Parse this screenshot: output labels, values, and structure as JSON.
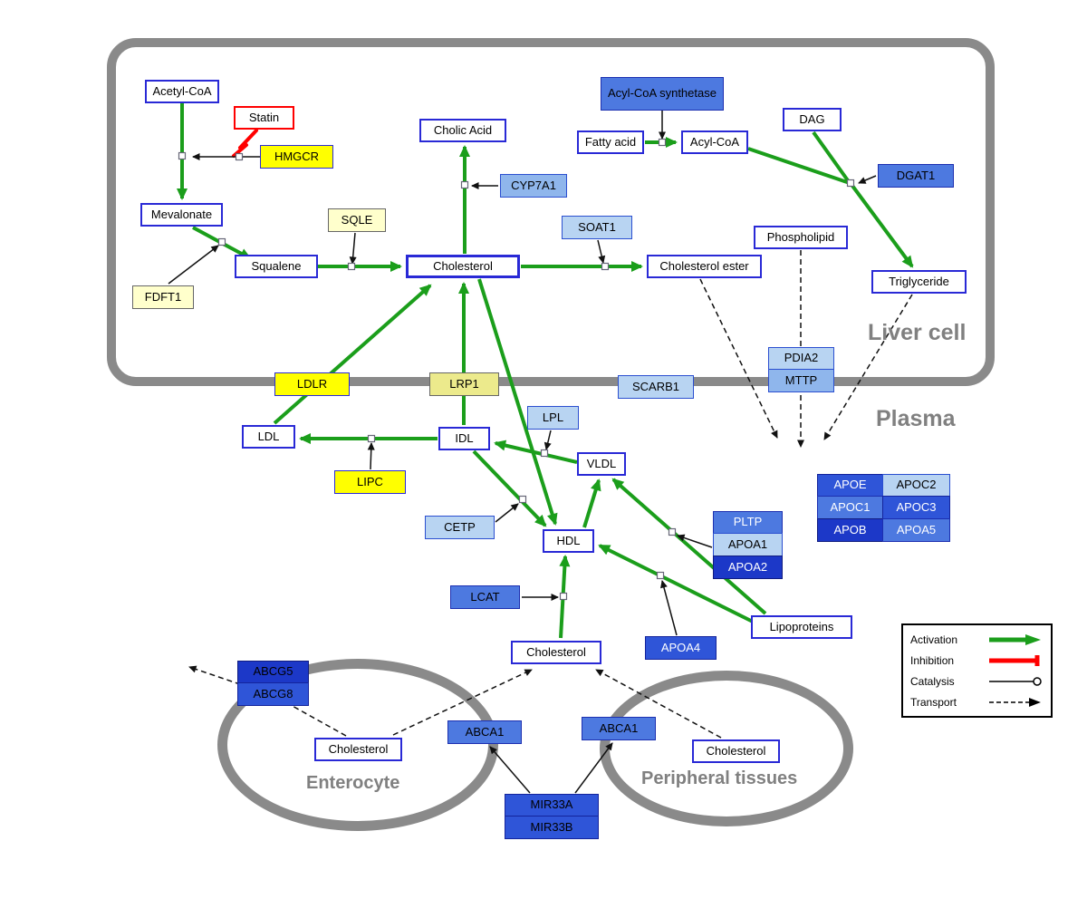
{
  "compartments": {
    "liver_cell": "Liver cell",
    "plasma": "Plasma",
    "enterocyte": "Enterocyte",
    "peripheral_tissues": "Peripheral tissues"
  },
  "nodes": {
    "acetyl_coa": "Acetyl-CoA",
    "statin": "Statin",
    "hmgcr": "HMGCR",
    "mevalonate": "Mevalonate",
    "fdft1": "FDFT1",
    "squalene": "Squalene",
    "sqle": "SQLE",
    "cholic_acid": "Cholic Acid",
    "cyp7a1": "CYP7A1",
    "cholesterol_liver": "Cholesterol",
    "soat1": "SOAT1",
    "cholesterol_ester": "Cholesterol ester",
    "acyl_coa_synthetase": "Acyl-CoA synthetase",
    "fatty_acid": "Fatty acid",
    "acyl_coa": "Acyl-CoA",
    "dag": "DAG",
    "dgat1": "DGAT1",
    "phospholipid": "Phospholipid",
    "triglyceride": "Triglyceride",
    "pdia2": "PDIA2",
    "mttp": "MTTP",
    "ldlr": "LDLR",
    "lrp1": "LRP1",
    "scarb1": "SCARB1",
    "ldl": "LDL",
    "idl": "IDL",
    "lpl": "LPL",
    "vldl": "VLDL",
    "lipc": "LIPC",
    "cetp": "CETP",
    "hdl": "HDL",
    "lcat": "LCAT",
    "pltp": "PLTP",
    "apoa1": "APOA1",
    "apoa2": "APOA2",
    "apoa4": "APOA4",
    "lipoproteins": "Lipoproteins",
    "apoe": "APOE",
    "apoc2": "APOC2",
    "apoc1": "APOC1",
    "apoc3": "APOC3",
    "apob": "APOB",
    "apoa5": "APOA5",
    "cholesterol_plasma": "Cholesterol",
    "abcg5": "ABCG5",
    "abcg8": "ABCG8",
    "cholesterol_enterocyte": "Cholesterol",
    "abca1_enterocyte": "ABCA1",
    "abca1_peripheral": "ABCA1",
    "cholesterol_peripheral": "Cholesterol",
    "mir33a": "MIR33A",
    "mir33b": "MIR33B"
  },
  "legend": {
    "activation": "Activation",
    "inhibition": "Inhibition",
    "catalysis": "Catalysis",
    "transport": "Transport"
  },
  "colors": {
    "activation_green": "#1b9e1b",
    "inhibition_red": "#ff0000",
    "metabolite_border_blue": "#2929d6",
    "enzyme_yellow": "#ffff00",
    "enzyme_pale_yellow": "#ffffcc",
    "gene_blue_light": "#b8d4f2",
    "gene_blue_medium": "#4d79e0",
    "gene_blue_dark": "#1c38c8",
    "membrane_gray": "#8a8a8a"
  }
}
